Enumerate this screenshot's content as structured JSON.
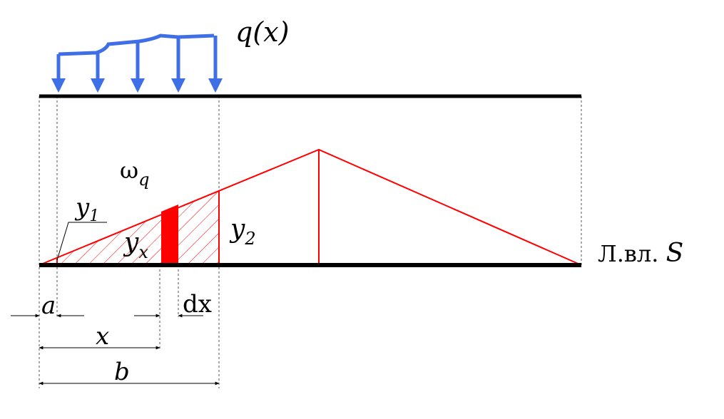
{
  "diagram": {
    "load_label": "q(x)",
    "area_label": "ω",
    "area_sub": "q",
    "y1_label": "y",
    "y1_sub": "1",
    "y2_label": "y",
    "y2_sub": "2",
    "yx_label": "y",
    "yx_sub": "x",
    "influence_line_prefix": "Л.вл.",
    "influence_line_var": "S",
    "dim_a": "a",
    "dim_dx": "dx",
    "dim_x": "x",
    "dim_b": "b",
    "colors": {
      "load": "#3f6fe6",
      "influence": "#ff0000",
      "beam": "#000000",
      "guide": "#555555"
    }
  }
}
